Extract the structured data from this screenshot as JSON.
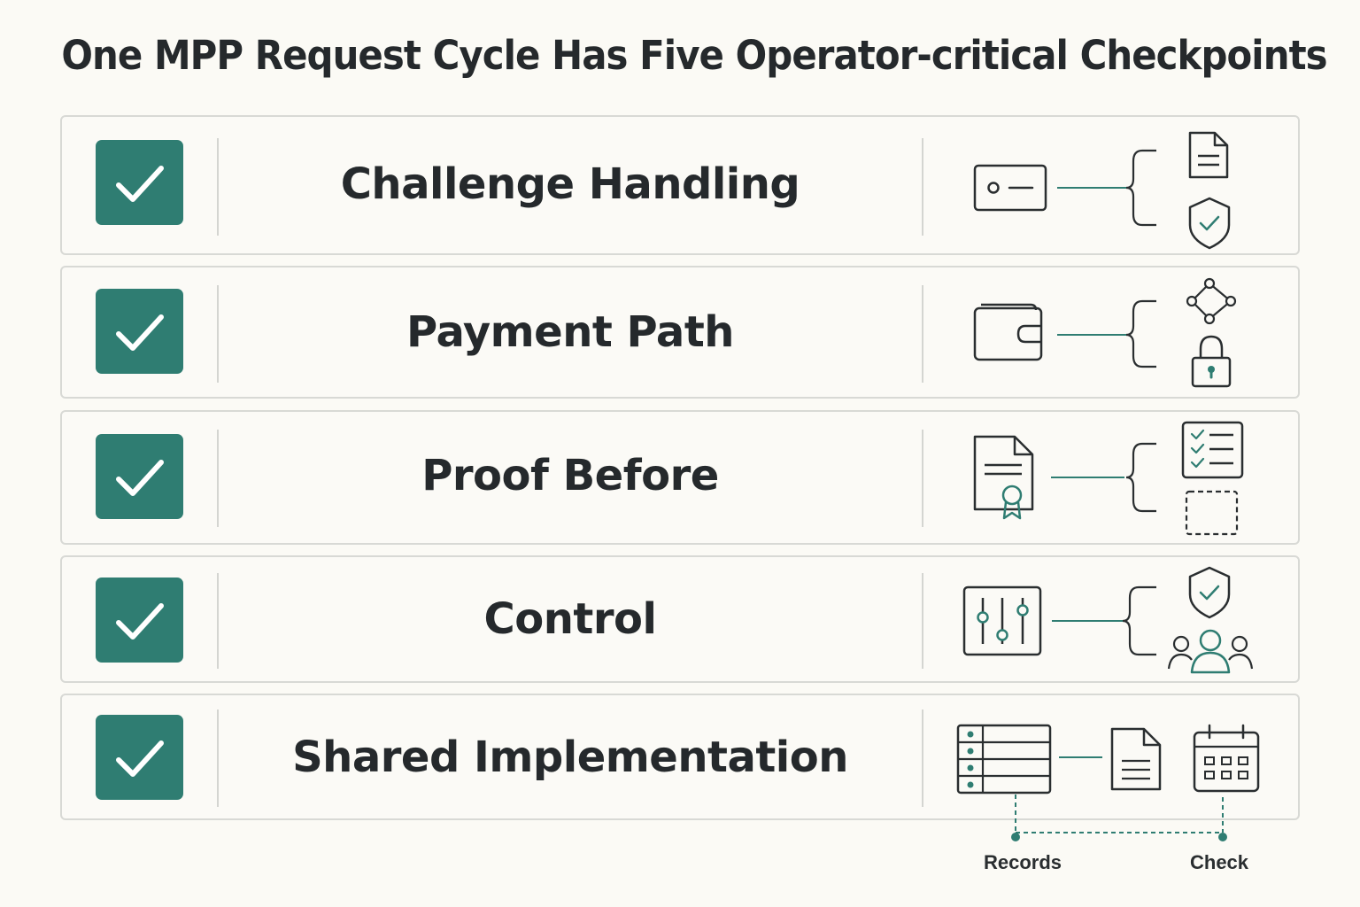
{
  "title": "One MPP Request Cycle Has Five Operator-critical Checkpoints",
  "checkpoints": [
    {
      "label": "Challenge Handling"
    },
    {
      "label": "Payment Path"
    },
    {
      "label": "Proof Before"
    },
    {
      "label": "Control"
    },
    {
      "label": "Shared Implementation"
    }
  ],
  "captions": {
    "records": "Records",
    "check": "Check"
  },
  "colors": {
    "accent": "#2f7d72",
    "ink": "#25292c",
    "background": "#fbfaf5",
    "border": "#d8d9d5"
  }
}
